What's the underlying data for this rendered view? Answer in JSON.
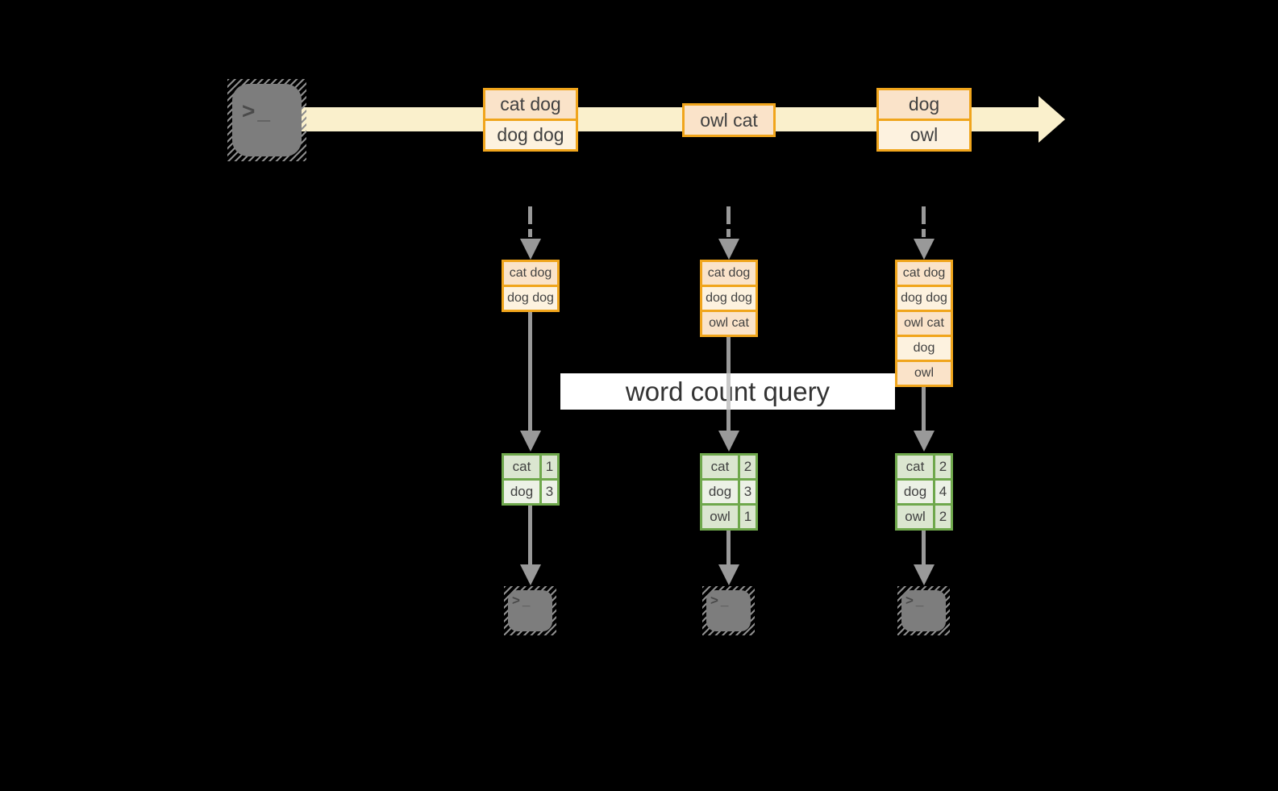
{
  "query_label": "word count query",
  "icons": {
    "terminal_prompt": ">_"
  },
  "stream": {
    "events": [
      {
        "rows": [
          "cat dog",
          "dog dog"
        ]
      },
      {
        "rows": [
          "owl cat"
        ]
      },
      {
        "rows": [
          "dog",
          "owl"
        ]
      }
    ]
  },
  "columns": [
    {
      "state": [
        "cat dog",
        "dog dog"
      ],
      "counts": [
        {
          "word": "cat",
          "count": "1"
        },
        {
          "word": "dog",
          "count": "3"
        }
      ]
    },
    {
      "state": [
        "cat dog",
        "dog dog",
        "owl cat"
      ],
      "counts": [
        {
          "word": "cat",
          "count": "2"
        },
        {
          "word": "dog",
          "count": "3"
        },
        {
          "word": "owl",
          "count": "1"
        }
      ]
    },
    {
      "state": [
        "cat dog",
        "dog dog",
        "owl cat",
        "dog",
        "owl"
      ],
      "counts": [
        {
          "word": "cat",
          "count": "2"
        },
        {
          "word": "dog",
          "count": "4"
        },
        {
          "word": "owl",
          "count": "2"
        }
      ]
    }
  ],
  "colors": {
    "background": "#000000",
    "event_border": "#F0A51C",
    "event_fill_dark": "#FAE3C9",
    "event_fill_light": "#FDF2DF",
    "stream_band": "#FAF0CC",
    "table_border": "#6FA84C",
    "table_row_dark": "#DBE6D0",
    "table_row_light": "#ECF1E6",
    "arrow_gray": "#999999",
    "terminal_gray": "#7D7D7D"
  }
}
